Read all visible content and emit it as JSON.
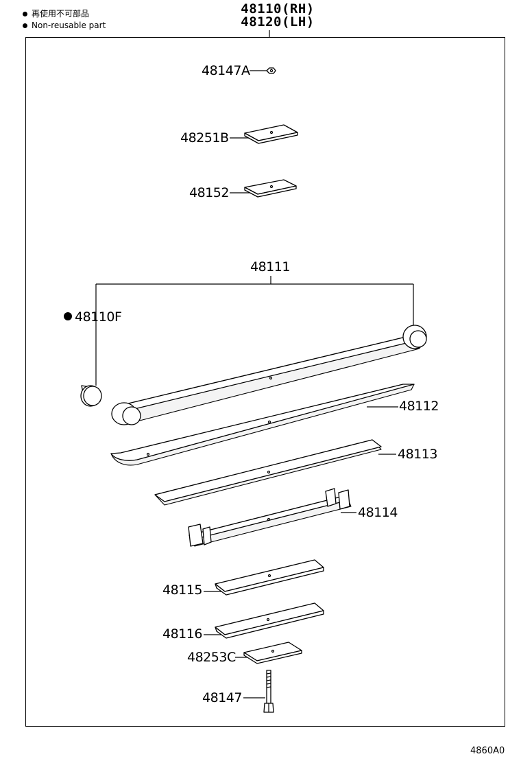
{
  "legend": {
    "items": [
      {
        "marker": "filled-dot",
        "text": "再使用不可部品"
      },
      {
        "marker": "filled-dot",
        "text": "Non-reusable part"
      }
    ]
  },
  "assembly": {
    "rh": "48110(RH)",
    "lh": "48120(LH)"
  },
  "parts": {
    "p48147A": "48147A",
    "p48251B": "48251B",
    "p48152": "48152",
    "p48111": "48111",
    "p48110F": "48110F",
    "p48112": "48112",
    "p48113": "48113",
    "p48114": "48114",
    "p48115": "48115",
    "p48116": "48116",
    "p48253C": "48253C",
    "p48147": "48147"
  },
  "non_reusable_marker": "filled-dot",
  "diagram_code": "4860A0"
}
